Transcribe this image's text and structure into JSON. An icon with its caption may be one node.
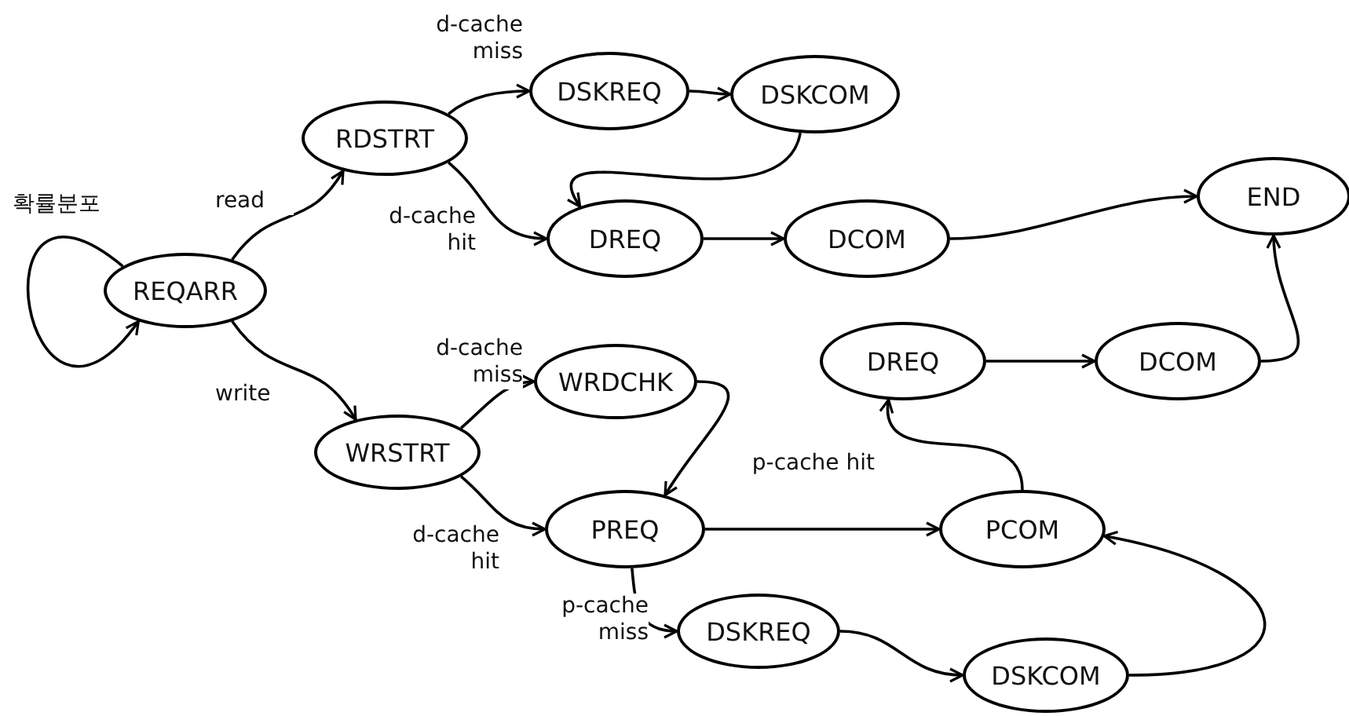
{
  "diagram": {
    "nodes": [
      {
        "text": [
          "REQARR"
        ]
      },
      {
        "text": [
          "RDSTRT"
        ]
      },
      {
        "text": [
          "DSKREQ"
        ]
      },
      {
        "text": [
          "DSKCOM"
        ]
      },
      {
        "text": [
          "DREQ"
        ]
      },
      {
        "text": [
          "DCOM"
        ]
      },
      {
        "text": [
          "END"
        ]
      },
      {
        "text": [
          "WRSTRT"
        ]
      },
      {
        "text": [
          "WRDCHK"
        ]
      },
      {
        "text": [
          "DREQ"
        ]
      },
      {
        "text": [
          "DCOM"
        ]
      },
      {
        "text": [
          "PREQ"
        ]
      },
      {
        "text": [
          "PCOM"
        ]
      },
      {
        "text": [
          "DSKREQ"
        ]
      },
      {
        "text": [
          "DSKCOM"
        ]
      }
    ],
    "edges": [
      {
        "from": 0,
        "to": 0,
        "arrow": "to",
        "label": "확률분포"
      },
      {
        "from": 0,
        "to": 1,
        "arrow": "to",
        "label": "read"
      },
      {
        "from": 0,
        "to": 7,
        "arrow": "to",
        "label": "write"
      },
      {
        "from": 1,
        "to": 2,
        "arrow": "to",
        "label": "d-cache miss"
      },
      {
        "from": 1,
        "to": 4,
        "arrow": "to",
        "label": "d-cache hit"
      },
      {
        "from": 2,
        "to": 3,
        "arrow": "to"
      },
      {
        "from": 3,
        "to": 4,
        "arrow": "to"
      },
      {
        "from": 4,
        "to": 5,
        "arrow": "to"
      },
      {
        "from": 5,
        "to": 6,
        "arrow": "to"
      },
      {
        "from": 7,
        "to": 8,
        "arrow": "to",
        "label": "d-cache miss"
      },
      {
        "from": 7,
        "to": 11,
        "arrow": "to",
        "label": "d-cache hit"
      },
      {
        "from": 8,
        "to": 11,
        "arrow": "to"
      },
      {
        "from": 11,
        "to": 12,
        "arrow": "to",
        "label": "p-cache hit"
      },
      {
        "from": 11,
        "to": 13,
        "arrow": "to",
        "label": "p-cache miss"
      },
      {
        "from": 13,
        "to": 14,
        "arrow": "to"
      },
      {
        "from": 14,
        "to": 12,
        "arrow": "to"
      },
      {
        "from": 12,
        "to": 9,
        "arrow": "to"
      },
      {
        "from": 9,
        "to": 10,
        "arrow": "to"
      },
      {
        "from": 10,
        "to": 6,
        "arrow": "to"
      }
    ]
  }
}
